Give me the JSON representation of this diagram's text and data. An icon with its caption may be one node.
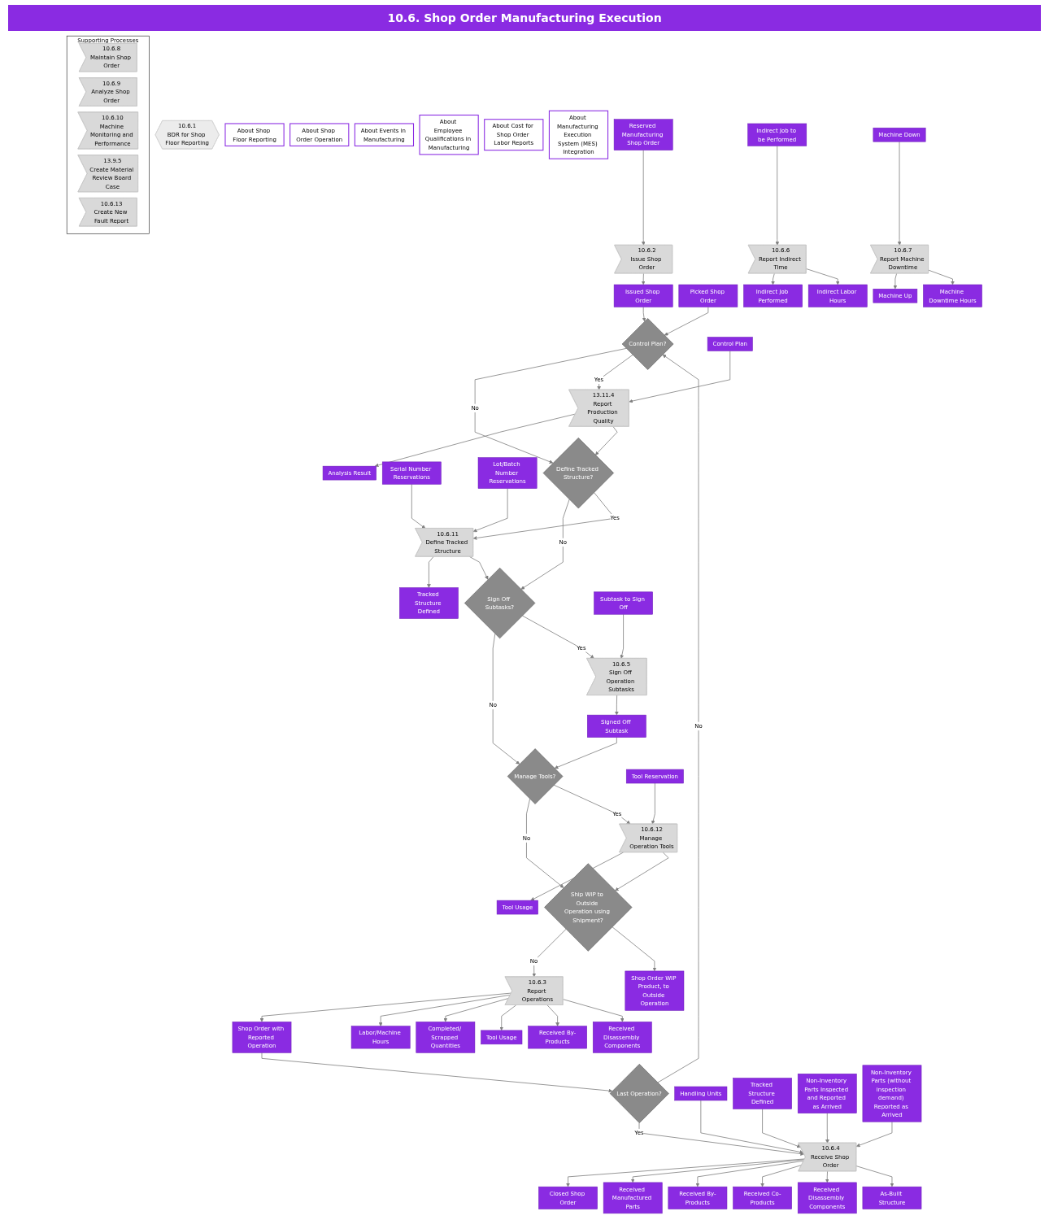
{
  "diagram": {
    "title": "10.6. Shop Order Manufacturing Execution",
    "nodes": [
      {
        "text": [
          "10.6.1",
          "BDR for Shop Floor Reporting"
        ]
      },
      {
        "text": [
          "About Shop Floor Reporting"
        ]
      },
      {
        "text": [
          "About Shop Order Operation"
        ]
      },
      {
        "text": [
          "About Events in Manufacturing"
        ]
      },
      {
        "text": [
          "About Employee Qualifications in Manufacturing"
        ]
      },
      {
        "text": [
          "About Cost for Shop Order Labor Reports"
        ]
      },
      {
        "text": [
          "About Manufacturing Execution System (MES) Integration"
        ]
      },
      {
        "text": [
          "Reserved Manufacturing Shop Order"
        ]
      },
      {
        "text": [
          "10.6.2",
          "Issue Shop Order"
        ]
      },
      {
        "text": [
          "Issued Shop Order"
        ]
      },
      {
        "text": [
          "Picked Shop Order"
        ]
      },
      {
        "text": [
          "Control Plan?"
        ]
      },
      {
        "text": [
          "Control Plan"
        ]
      },
      {
        "text": [
          "13.11.4",
          "Report Production Quality"
        ]
      },
      {
        "text": [
          "Analysis Result"
        ]
      },
      {
        "text": [
          "Serial Number Reservations"
        ]
      },
      {
        "text": [
          "Lot/Batch Number Reservations"
        ]
      },
      {
        "text": [
          "Define Tracked Structure?"
        ]
      },
      {
        "text": [
          "10.6.11",
          "Define Tracked Structure"
        ]
      },
      {
        "text": [
          "Tracked Structure Defined"
        ]
      },
      {
        "text": [
          "Sign Off Subtasks?"
        ]
      },
      {
        "text": [
          "Subtask to Sign Off"
        ]
      },
      {
        "text": [
          "10.6.5",
          "Sign Off Operation Subtasks"
        ]
      },
      {
        "text": [
          "Signed Off Subtask"
        ]
      },
      {
        "text": [
          "Manage Tools?"
        ]
      },
      {
        "text": [
          "Tool Reservation"
        ]
      },
      {
        "text": [
          "10.6.12",
          "Manage Operation Tools"
        ]
      },
      {
        "text": [
          "Tool Usage"
        ]
      },
      {
        "text": [
          "Ship WIP to Outside Operation using Shipment?"
        ]
      },
      {
        "text": [
          "Shop Order WIP Product, to Outside Operation"
        ]
      },
      {
        "text": [
          "10.6.3",
          "Report Operations"
        ]
      },
      {
        "text": [
          "Shop Order with Reported Operation"
        ]
      },
      {
        "text": [
          "Labor/Machine Hours"
        ]
      },
      {
        "text": [
          "Completed/ Scrapped Quantities"
        ]
      },
      {
        "text": [
          "Tool Usage"
        ]
      },
      {
        "text": [
          "Received By-Products"
        ]
      },
      {
        "text": [
          "Received Disassembly Components"
        ]
      },
      {
        "text": [
          "Last Operation?"
        ]
      },
      {
        "text": [
          "Handling Units"
        ]
      },
      {
        "text": [
          "Tracked Structure Defined"
        ]
      },
      {
        "text": [
          "Non-Inventory Parts Inspected and Reported as Arrived"
        ]
      },
      {
        "text": [
          "Non-Inventory Parts (without inspection demand) Reported as Arrived"
        ]
      },
      {
        "text": [
          "10.6.4",
          "Receive Shop Order"
        ]
      },
      {
        "text": [
          "Closed Shop Order"
        ]
      },
      {
        "text": [
          "Received Manufactured Parts"
        ]
      },
      {
        "text": [
          "Received By-Products"
        ]
      },
      {
        "text": [
          "Received Co-Products"
        ]
      },
      {
        "text": [
          "Received Disassembly Components"
        ]
      },
      {
        "text": [
          "As-Built Structure"
        ]
      },
      {
        "text": [
          "Indirect Job to be Performed"
        ]
      },
      {
        "text": [
          "10.6.6",
          "Report Indirect Time"
        ]
      },
      {
        "text": [
          "Indirect Job Performed"
        ]
      },
      {
        "text": [
          "Indirect Labor Hours"
        ]
      },
      {
        "text": [
          "Machine Down"
        ]
      },
      {
        "text": [
          "10.6.7",
          "Report Machine Downtime"
        ]
      },
      {
        "text": [
          "Machine Up"
        ]
      },
      {
        "text": [
          "Machine Downtime Hours"
        ]
      },
      {
        "text": [
          "Supporting Processes"
        ]
      },
      {
        "text": [
          "10.6.8",
          "Maintain Shop Order"
        ],
        "in": 57
      },
      {
        "text": [
          "10.6.9",
          "Analyze Shop Order"
        ],
        "in": 57
      },
      {
        "text": [
          "10.6.10",
          "Machine Monitoring and Performance"
        ],
        "in": 57
      },
      {
        "text": [
          "13.9.5",
          "Create Material Review Board Case"
        ],
        "in": 57
      },
      {
        "text": [
          "10.6.13",
          "Create New Fault Report"
        ],
        "in": 57
      }
    ],
    "edges": [
      {
        "from": 7,
        "to": 8,
        "arrow": "to"
      },
      {
        "from": 8,
        "to": 9,
        "arrow": "to"
      },
      {
        "from": 9,
        "to": 11,
        "arrow": "to"
      },
      {
        "from": 10,
        "to": 11,
        "arrow": "to"
      },
      {
        "from": 11,
        "to": 17,
        "arrow": "to",
        "label": "No"
      },
      {
        "from": 11,
        "to": 13,
        "arrow": "to",
        "label": "Yes"
      },
      {
        "from": 12,
        "to": 13,
        "arrow": "to"
      },
      {
        "from": 13,
        "to": 14,
        "arrow": "to"
      },
      {
        "from": 13,
        "to": 17,
        "arrow": "to"
      },
      {
        "from": 17,
        "to": 20,
        "arrow": "to",
        "label": "No"
      },
      {
        "from": 17,
        "to": 18,
        "arrow": "to",
        "label": "Yes"
      },
      {
        "from": 15,
        "to": 18,
        "arrow": "to"
      },
      {
        "from": 16,
        "to": 18,
        "arrow": "to"
      },
      {
        "from": 18,
        "to": 19,
        "arrow": "to"
      },
      {
        "from": 18,
        "to": 20,
        "arrow": "to"
      },
      {
        "from": 20,
        "to": 24,
        "arrow": "to",
        "label": "No"
      },
      {
        "from": 20,
        "to": 22,
        "arrow": "to",
        "label": "Yes"
      },
      {
        "from": 21,
        "to": 22,
        "arrow": "to"
      },
      {
        "from": 22,
        "to": 23,
        "arrow": "to"
      },
      {
        "from": 23,
        "to": 24,
        "arrow": "to"
      },
      {
        "from": 24,
        "to": 28,
        "arrow": "to",
        "label": "No"
      },
      {
        "from": 24,
        "to": 26,
        "arrow": "to",
        "label": "Yes"
      },
      {
        "from": 25,
        "to": 26,
        "arrow": "to"
      },
      {
        "from": 26,
        "to": 27,
        "arrow": "to"
      },
      {
        "from": 26,
        "to": 28,
        "arrow": "to"
      },
      {
        "from": 28,
        "to": 30,
        "arrow": "to",
        "label": "No"
      },
      {
        "from": 28,
        "to": 29,
        "arrow": "to"
      },
      {
        "from": 30,
        "to": 31,
        "arrow": "to"
      },
      {
        "from": 30,
        "to": 32,
        "arrow": "to"
      },
      {
        "from": 30,
        "to": 33,
        "arrow": "to"
      },
      {
        "from": 30,
        "to": 34,
        "arrow": "to"
      },
      {
        "from": 30,
        "to": 35,
        "arrow": "to"
      },
      {
        "from": 30,
        "to": 36,
        "arrow": "to"
      },
      {
        "from": 31,
        "to": 37,
        "arrow": "to"
      },
      {
        "from": 37,
        "to": 42,
        "arrow": "to",
        "label": "Yes"
      },
      {
        "from": 37,
        "to": 11,
        "arrow": "to",
        "label": "No"
      },
      {
        "from": 38,
        "to": 42,
        "arrow": "to"
      },
      {
        "from": 39,
        "to": 42,
        "arrow": "to"
      },
      {
        "from": 40,
        "to": 42,
        "arrow": "to"
      },
      {
        "from": 41,
        "to": 42,
        "arrow": "to"
      },
      {
        "from": 42,
        "to": 43,
        "arrow": "to"
      },
      {
        "from": 42,
        "to": 44,
        "arrow": "to"
      },
      {
        "from": 42,
        "to": 45,
        "arrow": "to"
      },
      {
        "from": 42,
        "to": 46,
        "arrow": "to"
      },
      {
        "from": 42,
        "to": 47,
        "arrow": "to"
      },
      {
        "from": 42,
        "to": 48,
        "arrow": "to"
      },
      {
        "from": 49,
        "to": 50,
        "arrow": "to"
      },
      {
        "from": 50,
        "to": 51,
        "arrow": "to"
      },
      {
        "from": 50,
        "to": 52,
        "arrow": "to"
      },
      {
        "from": 53,
        "to": 54,
        "arrow": "to"
      },
      {
        "from": 54,
        "to": 55,
        "arrow": "to"
      },
      {
        "from": 54,
        "to": 56,
        "arrow": "to"
      }
    ]
  }
}
